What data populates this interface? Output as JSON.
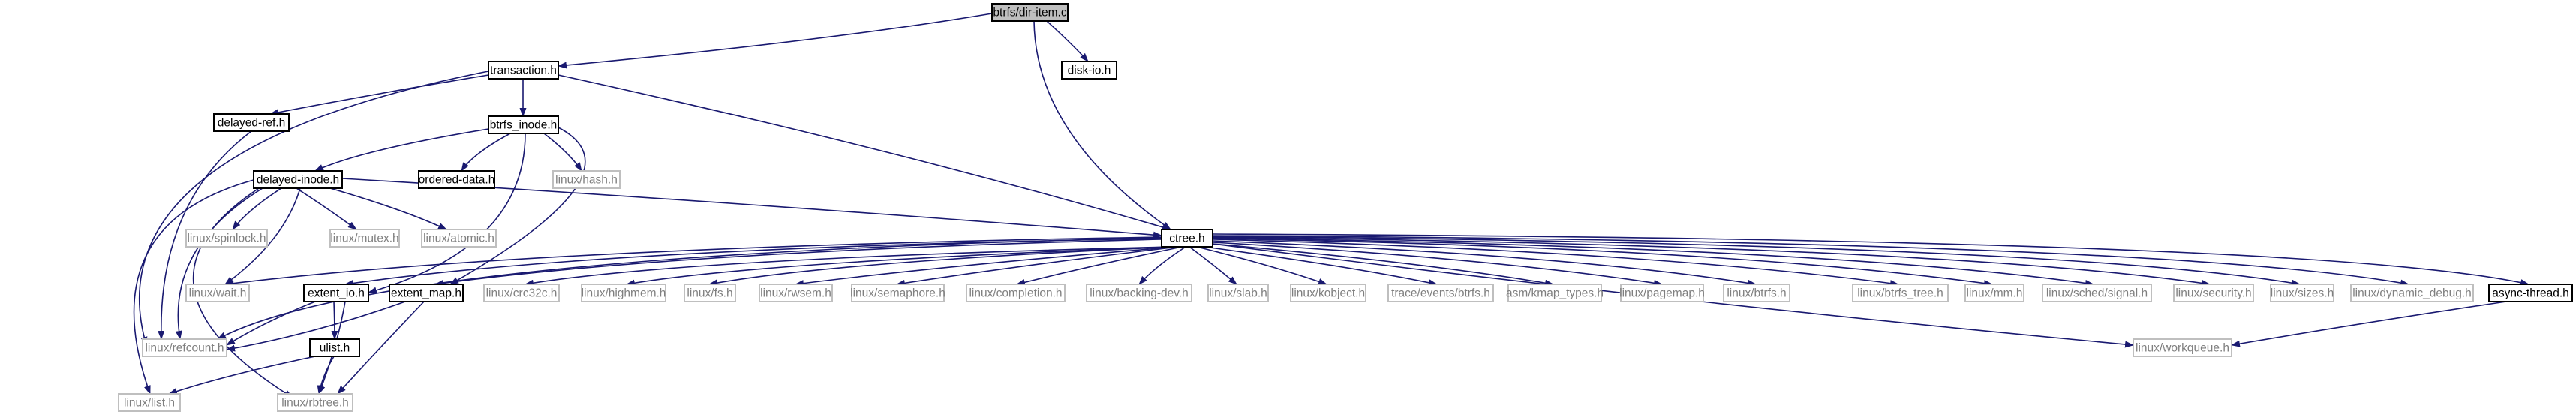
{
  "colors": {
    "edge": "#191970",
    "node_fill": "#ffffff",
    "node_border": "#000000",
    "missing_border": "#bfbfbf",
    "missing_text": "#7f7f7f",
    "root_fill": "#bfbfbf",
    "text": "#000000"
  },
  "diagram": {
    "root": "btrfs/dir-item.c",
    "nodes": [
      {
        "id": "dir_item",
        "label": "btrfs/dir-item.c",
        "kind": "root"
      },
      {
        "id": "transaction",
        "label": "transaction.h",
        "kind": "header"
      },
      {
        "id": "disk_io",
        "label": "disk-io.h",
        "kind": "header"
      },
      {
        "id": "delayed_ref",
        "label": "delayed-ref.h",
        "kind": "header"
      },
      {
        "id": "btrfs_inode",
        "label": "btrfs_inode.h",
        "kind": "header"
      },
      {
        "id": "delayed_inode",
        "label": "delayed-inode.h",
        "kind": "header"
      },
      {
        "id": "ordered_data",
        "label": "ordered-data.h",
        "kind": "header"
      },
      {
        "id": "linux_hash",
        "label": "linux/hash.h",
        "kind": "external"
      },
      {
        "id": "linux_spinlock",
        "label": "linux/spinlock.h",
        "kind": "external"
      },
      {
        "id": "linux_mutex",
        "label": "linux/mutex.h",
        "kind": "external"
      },
      {
        "id": "linux_atomic",
        "label": "linux/atomic.h",
        "kind": "external"
      },
      {
        "id": "ctree",
        "label": "ctree.h",
        "kind": "header"
      },
      {
        "id": "linux_wait",
        "label": "linux/wait.h",
        "kind": "external"
      },
      {
        "id": "extent_io",
        "label": "extent_io.h",
        "kind": "header"
      },
      {
        "id": "extent_map",
        "label": "extent_map.h",
        "kind": "header"
      },
      {
        "id": "linux_crc32c",
        "label": "linux/crc32c.h",
        "kind": "external"
      },
      {
        "id": "linux_highmem",
        "label": "linux/highmem.h",
        "kind": "external"
      },
      {
        "id": "linux_fs",
        "label": "linux/fs.h",
        "kind": "external"
      },
      {
        "id": "linux_rwsem",
        "label": "linux/rwsem.h",
        "kind": "external"
      },
      {
        "id": "linux_semaphore",
        "label": "linux/semaphore.h",
        "kind": "external"
      },
      {
        "id": "linux_completion",
        "label": "linux/completion.h",
        "kind": "external"
      },
      {
        "id": "linux_backing_dev",
        "label": "linux/backing-dev.h",
        "kind": "external"
      },
      {
        "id": "linux_slab",
        "label": "linux/slab.h",
        "kind": "external"
      },
      {
        "id": "linux_kobject",
        "label": "linux/kobject.h",
        "kind": "external"
      },
      {
        "id": "trace_events_btrfs",
        "label": "trace/events/btrfs.h",
        "kind": "external"
      },
      {
        "id": "asm_kmap_types",
        "label": "asm/kmap_types.h",
        "kind": "external"
      },
      {
        "id": "linux_pagemap",
        "label": "linux/pagemap.h",
        "kind": "external"
      },
      {
        "id": "linux_btrfs",
        "label": "linux/btrfs.h",
        "kind": "external"
      },
      {
        "id": "linux_btrfs_tree",
        "label": "linux/btrfs_tree.h",
        "kind": "external"
      },
      {
        "id": "linux_mm",
        "label": "linux/mm.h",
        "kind": "external"
      },
      {
        "id": "linux_sched_signal",
        "label": "linux/sched/signal.h",
        "kind": "external"
      },
      {
        "id": "linux_security",
        "label": "linux/security.h",
        "kind": "external"
      },
      {
        "id": "linux_sizes",
        "label": "linux/sizes.h",
        "kind": "external"
      },
      {
        "id": "linux_dynamic_debug",
        "label": "linux/dynamic_debug.h",
        "kind": "external"
      },
      {
        "id": "async_thread",
        "label": "async-thread.h",
        "kind": "header"
      },
      {
        "id": "linux_refcount",
        "label": "linux/refcount.h",
        "kind": "external"
      },
      {
        "id": "ulist",
        "label": "ulist.h",
        "kind": "header"
      },
      {
        "id": "linux_workqueue",
        "label": "linux/workqueue.h",
        "kind": "external"
      },
      {
        "id": "linux_list",
        "label": "linux/list.h",
        "kind": "external"
      },
      {
        "id": "linux_rbtree",
        "label": "linux/rbtree.h",
        "kind": "external"
      }
    ]
  }
}
